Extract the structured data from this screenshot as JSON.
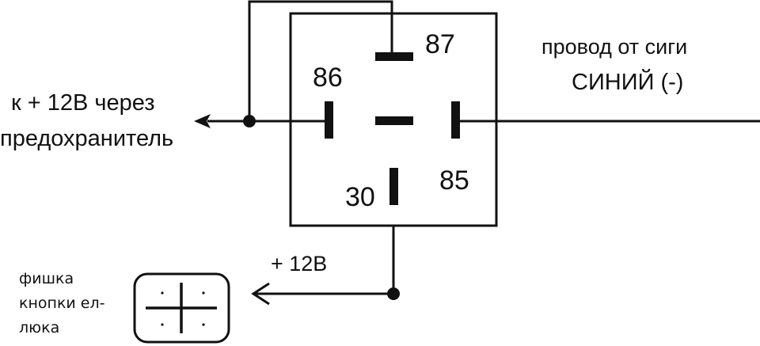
{
  "relay": {
    "pins": {
      "p87": "87",
      "p86": "86",
      "p85": "85",
      "p30": "30"
    }
  },
  "labels": {
    "fuse_line1": "к + 12В через",
    "fuse_line2": "предохранитель",
    "signal_line1": "провод от сиги",
    "signal_line2": "СИНИЙ (-)",
    "plus12": "+ 12В",
    "connector_line1": "фишка",
    "connector_line2": "кнопки ел-",
    "connector_line3": "люка"
  },
  "icons": {
    "arrow": "arrow-left-icon",
    "junction": "junction-dot-icon",
    "connector": "connector-plug-icon"
  },
  "colors": {
    "line": "#111111",
    "background": "#ffffff"
  }
}
